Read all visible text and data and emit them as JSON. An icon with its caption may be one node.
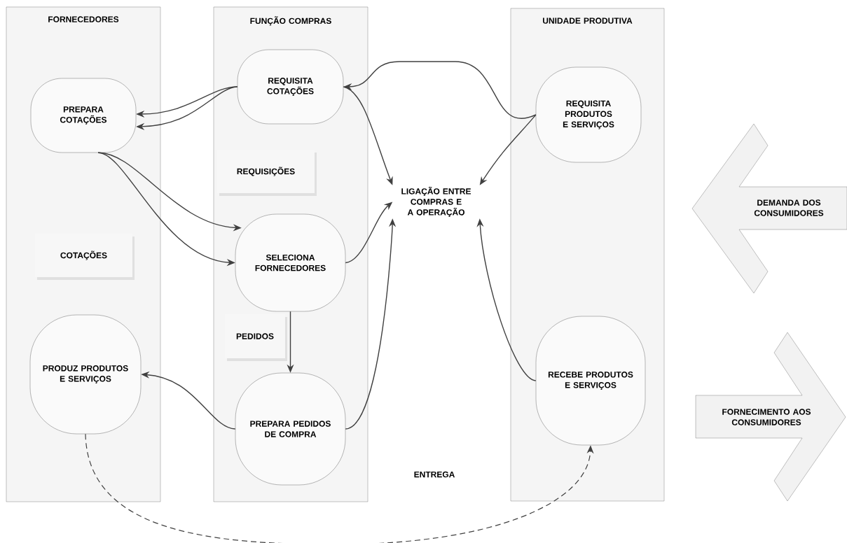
{
  "diagram": {
    "nodes": [
      {
        "text": [
          "FORNECEDORES"
        ]
      },
      {
        "text": [
          "FUNÇÃO COMPRAS"
        ]
      },
      {
        "text": [
          "UNIDADE PRODUTIVA"
        ]
      },
      {
        "text": [
          "PREPARA COTAÇÕES"
        ],
        "in": 0
      },
      {
        "text": [
          "COTAÇÕES"
        ],
        "in": 0
      },
      {
        "text": [
          "PRODUZ PRODUTOS E SERVIÇOS"
        ],
        "in": 0
      },
      {
        "text": [
          "REQUISITA COTAÇÕES"
        ],
        "in": 1
      },
      {
        "text": [
          "REQUISIÇÕES"
        ],
        "in": 1
      },
      {
        "text": [
          "SELECIONA FORNECEDORES"
        ],
        "in": 1
      },
      {
        "text": [
          "PEDIDOS"
        ],
        "in": 1
      },
      {
        "text": [
          "PREPARA PEDIDOS DE COMPRA"
        ],
        "in": 1
      },
      {
        "text": [
          "LIGAÇÃO ENTRE COMPRAS E A OPERAÇÃO"
        ]
      },
      {
        "text": [
          "REQUISITA PRODUTOS E SERVIÇOS"
        ],
        "in": 2
      },
      {
        "text": [
          "RECEBE PRODUTOS E SERVIÇOS"
        ],
        "in": 2
      },
      {
        "text": [
          "DEMANDA DOS CONSUMIDORES"
        ]
      },
      {
        "text": [
          "FORNECIMENTO AOS CONSUMIDORES"
        ]
      }
    ],
    "edges": [
      {
        "from": 6,
        "to": 3,
        "arrow": "to"
      },
      {
        "from": 6,
        "to": 3,
        "arrow": "to"
      },
      {
        "from": 3,
        "to": 8,
        "arrow": "to"
      },
      {
        "from": 3,
        "to": 8,
        "arrow": "to"
      },
      {
        "from": 12,
        "to": 6,
        "arrow": "to"
      },
      {
        "from": 6,
        "to": 11,
        "arrow": "to"
      },
      {
        "from": 12,
        "to": 11,
        "arrow": "to"
      },
      {
        "from": 8,
        "to": 11,
        "arrow": "to"
      },
      {
        "from": 10,
        "to": 11,
        "arrow": "to"
      },
      {
        "from": 13,
        "to": 11,
        "arrow": "to"
      },
      {
        "from": 8,
        "to": 10,
        "arrow": "to"
      },
      {
        "from": 10,
        "to": 5,
        "arrow": "to"
      },
      {
        "from": 5,
        "to": 13,
        "arrow": "to",
        "style": "dashed"
      }
    ],
    "labels": [
      "ENTREGA"
    ]
  }
}
